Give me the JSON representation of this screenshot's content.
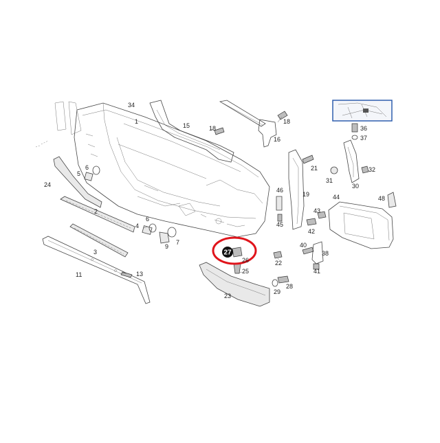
{
  "callouts": {
    "c1": "1",
    "c2": "2",
    "c3": "3",
    "c4": "4",
    "c5": "5",
    "c6a": "6",
    "c6b": "6",
    "c7": "7",
    "c9": "9",
    "c11": "11",
    "c13": "13",
    "c15": "15",
    "c16": "16",
    "c18a": "18",
    "c18b": "18",
    "c19": "19",
    "c21": "21",
    "c22": "22",
    "c23": "23",
    "c24": "24",
    "c25": "25",
    "c26": "26",
    "c27": "27",
    "c28": "28",
    "c29": "29",
    "c30": "30",
    "c31": "31",
    "c32": "32",
    "c34": "34",
    "c36": "36",
    "c37": "37",
    "c38": "38",
    "c40": "40",
    "c41": "41",
    "c42": "42",
    "c43": "43",
    "c44": "44",
    "c45": "45",
    "c46": "46",
    "c48": "48"
  },
  "highlight": {
    "part_number": "27",
    "ring_color": "#e0141b",
    "badge_color": "#111111"
  },
  "inset": {
    "border_color": "#2f5fae"
  }
}
